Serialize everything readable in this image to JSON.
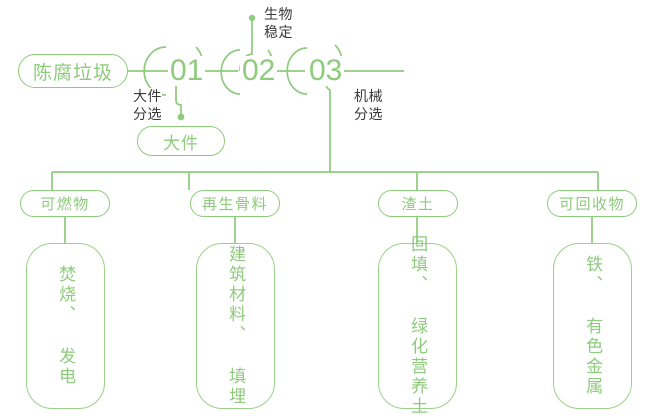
{
  "theme": {
    "line_color": "#8ECB7C",
    "accent_green": "#8ECB7C",
    "box_green": "#9BD189",
    "label_dark": "#3a3a3a",
    "background": "#ffffff"
  },
  "flow": {
    "input": {
      "label": "陈腐垃圾"
    },
    "stages": [
      {
        "id": "01",
        "number": "01",
        "process_label": "大件\n分选",
        "process_line1": "大件",
        "process_line2": "分选",
        "output": "大件",
        "output_position": "below"
      },
      {
        "id": "02",
        "number": "02",
        "process_label": "生物\n稳定",
        "process_line1": "生物",
        "process_line2": "稳定",
        "output": null,
        "output_position": "above"
      },
      {
        "id": "03",
        "number": "03",
        "process_label": "机械\n分选",
        "process_line1": "机械",
        "process_line2": "分选",
        "output": null,
        "output_position": "below"
      }
    ],
    "branch_outputs": [
      {
        "category": "可燃物",
        "use_text": "焚烧、发电",
        "use_chars": "焚烧、 发电"
      },
      {
        "category": "再生骨料",
        "use_text": "建筑材料、填埋",
        "use_chars": "建筑材料、 填埋"
      },
      {
        "category": "渣土",
        "use_text": "回填、绿化营养土",
        "use_chars": "回填、 绿化营养土"
      },
      {
        "category": "可回收物",
        "use_text": "铁、有色金属",
        "use_chars": "铁、 有色金属"
      }
    ]
  },
  "diagram_meta": {
    "type": "process-flow-tree",
    "orientation": "horizontal-then-branching"
  }
}
